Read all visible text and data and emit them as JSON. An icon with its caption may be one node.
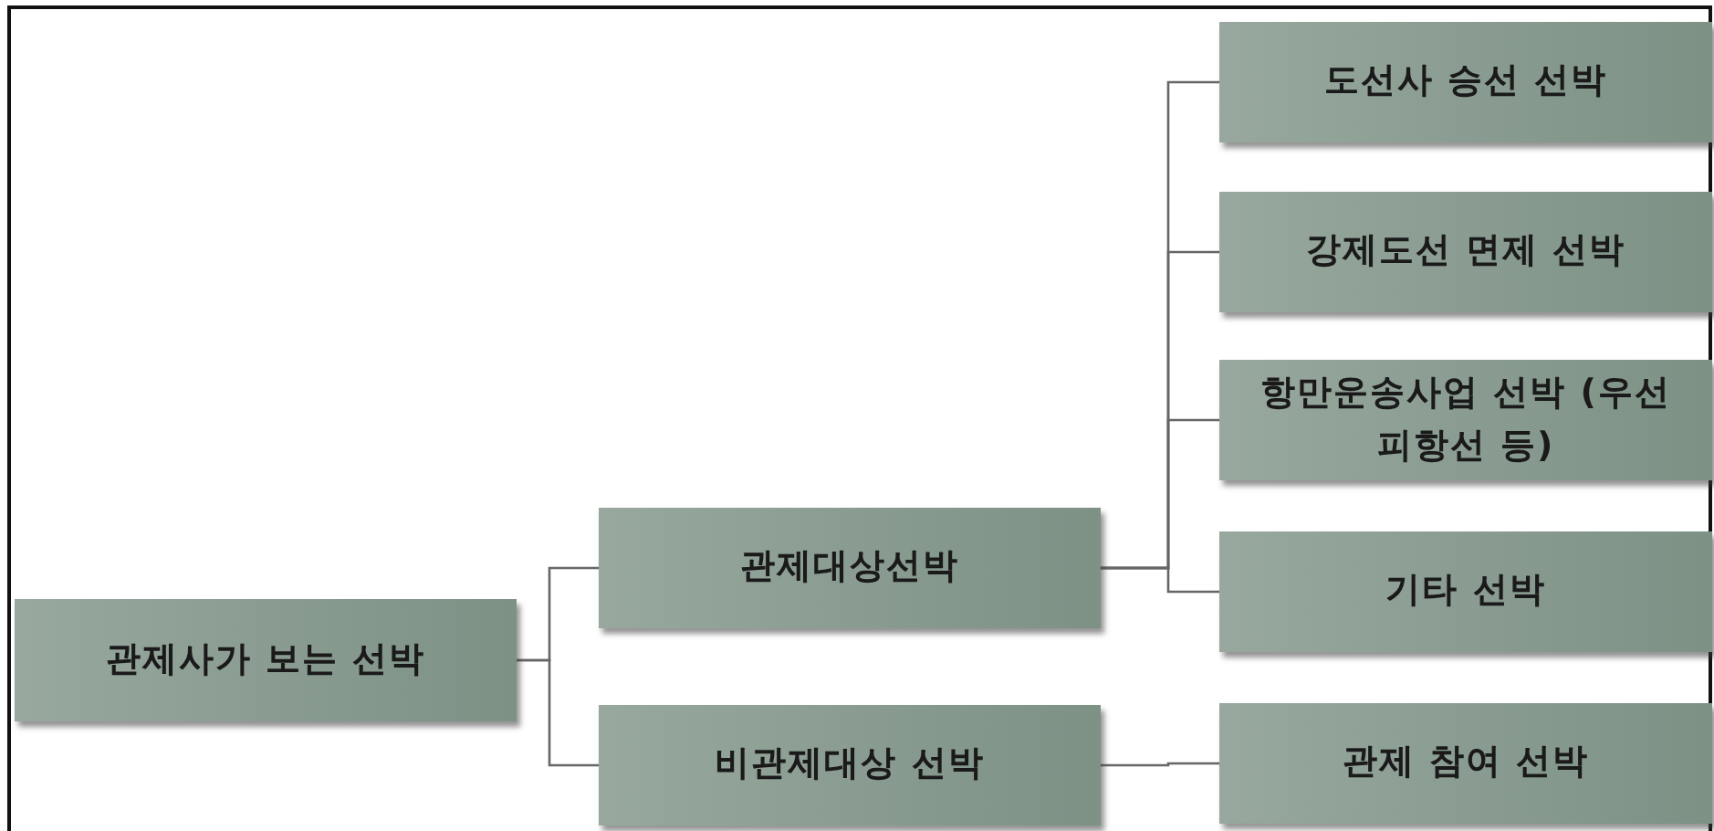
{
  "diagram": {
    "nodes": [
      {
        "text": [
          "관제사가 보는 선박"
        ]
      },
      {
        "text": [
          "관제대상선박"
        ]
      },
      {
        "text": [
          "비관제대상 선박"
        ]
      },
      {
        "text": [
          "도선사 승선 선박"
        ]
      },
      {
        "text": [
          "강제도선 면제 선박"
        ]
      },
      {
        "text": [
          "항만운송사업 선박 (우선피항선 등)"
        ]
      },
      {
        "text": [
          "기타 선박"
        ]
      },
      {
        "text": [
          "관제 참여 선박"
        ]
      }
    ],
    "edges": [
      {
        "from": 0,
        "to": 1,
        "arrow": "none"
      },
      {
        "from": 0,
        "to": 2,
        "arrow": "none"
      },
      {
        "from": 1,
        "to": 3,
        "arrow": "none"
      },
      {
        "from": 1,
        "to": 4,
        "arrow": "none"
      },
      {
        "from": 1,
        "to": 5,
        "arrow": "none"
      },
      {
        "from": 1,
        "to": 6,
        "arrow": "none"
      },
      {
        "from": 2,
        "to": 7,
        "arrow": "none"
      }
    ]
  }
}
